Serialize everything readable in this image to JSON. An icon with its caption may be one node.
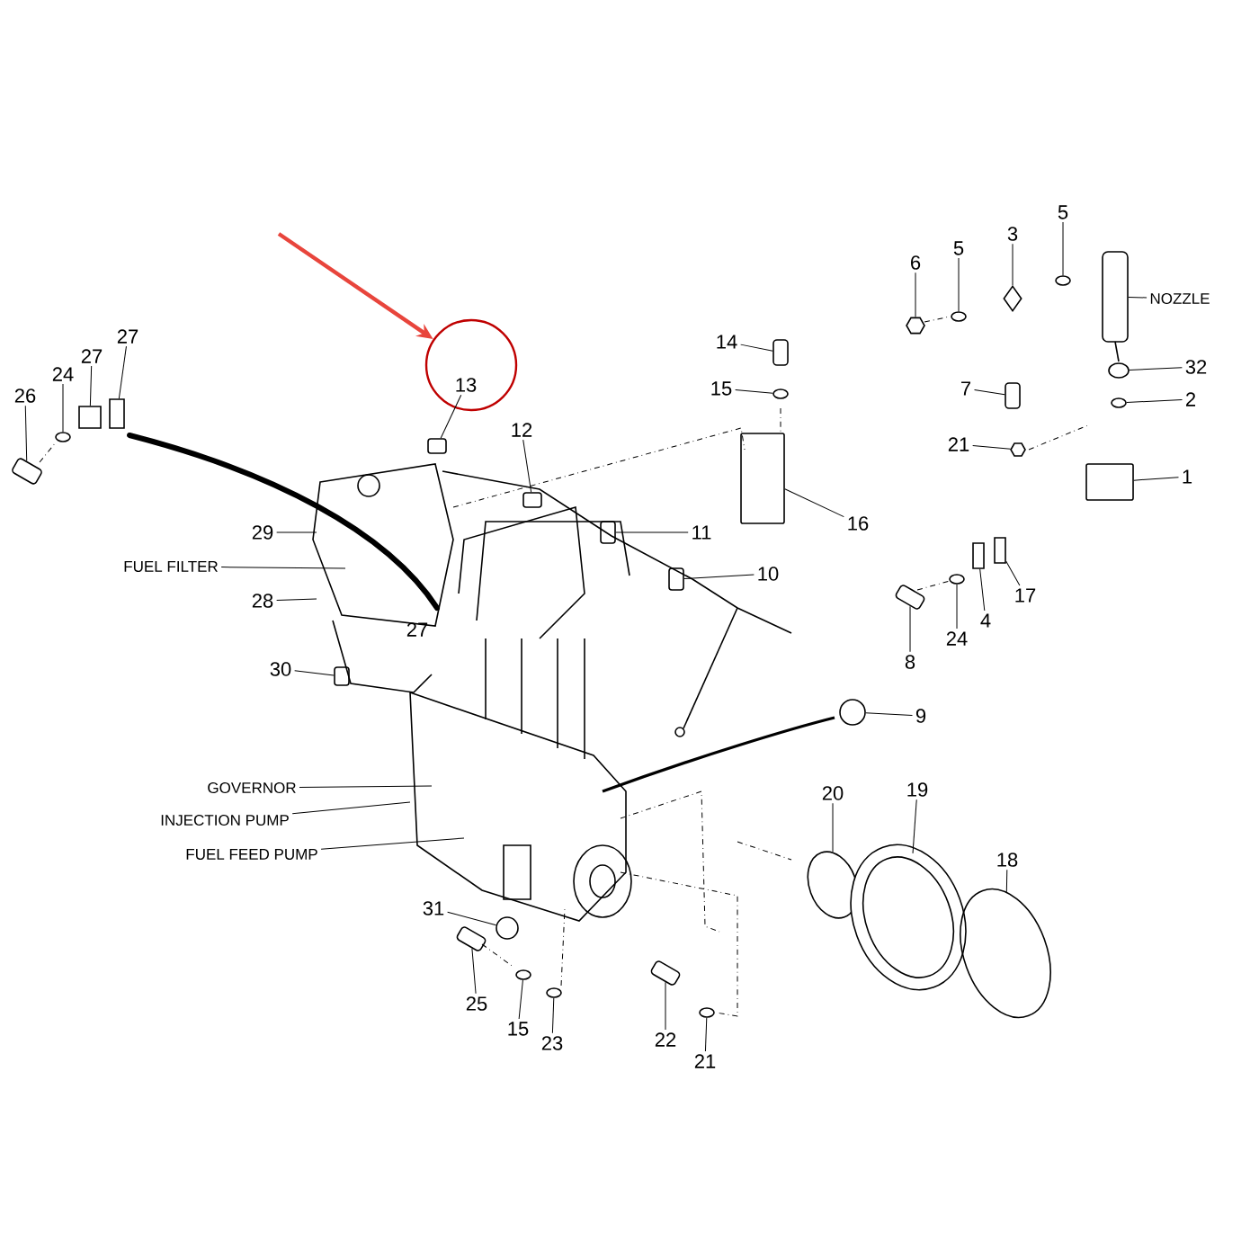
{
  "diagram": {
    "nodes": [
      {
        "text": [],
        "shape": "circle"
      },
      {
        "text": [
          "13"
        ],
        "in": 0
      },
      {
        "text": [
          "27"
        ]
      },
      {
        "text": [
          "27"
        ]
      },
      {
        "text": [
          "24"
        ]
      },
      {
        "text": [
          "26"
        ]
      },
      {
        "text": [
          "12"
        ]
      },
      {
        "text": [
          "29"
        ]
      },
      {
        "text": [
          "FUEL FILTER"
        ]
      },
      {
        "text": [
          "28"
        ]
      },
      {
        "text": [
          "30"
        ]
      },
      {
        "text": [
          "14"
        ]
      },
      {
        "text": [
          "15"
        ]
      },
      {
        "text": [
          "16"
        ]
      },
      {
        "text": [
          "11"
        ]
      },
      {
        "text": [
          "10"
        ]
      },
      {
        "text": [
          "6"
        ]
      },
      {
        "text": [
          "5"
        ]
      },
      {
        "text": [
          "3"
        ]
      },
      {
        "text": [
          "5"
        ]
      },
      {
        "text": [
          "NOZZLE"
        ]
      },
      {
        "text": [
          "32"
        ]
      },
      {
        "text": [
          "7"
        ]
      },
      {
        "text": [
          "2"
        ]
      },
      {
        "text": [
          "21"
        ]
      },
      {
        "text": [
          "1"
        ]
      },
      {
        "text": [
          "17"
        ]
      },
      {
        "text": [
          "24"
        ]
      },
      {
        "text": [
          "4"
        ]
      },
      {
        "text": [
          "8"
        ]
      },
      {
        "text": [
          "9"
        ]
      },
      {
        "text": [
          "GOVERNOR"
        ]
      },
      {
        "text": [
          "INJECTION PUMP"
        ]
      },
      {
        "text": [
          "FUEL FEED PUMP"
        ]
      },
      {
        "text": [
          "20"
        ]
      },
      {
        "text": [
          "19"
        ]
      },
      {
        "text": [
          "18"
        ]
      },
      {
        "text": [
          "31"
        ]
      },
      {
        "text": [
          "25"
        ]
      },
      {
        "text": [
          "15"
        ]
      },
      {
        "text": [
          "23"
        ]
      },
      {
        "text": [
          "22"
        ]
      },
      {
        "text": [
          "21"
        ]
      },
      {
        "text": [],
        "shape": "clamp"
      },
      {
        "text": [],
        "shape": "clip"
      },
      {
        "text": [],
        "shape": "clip"
      },
      {
        "text": [],
        "shape": "washer"
      },
      {
        "text": [],
        "shape": "bolt"
      },
      {
        "text": [],
        "shape": "clamp"
      },
      {
        "text": [],
        "shape": "clamp"
      },
      {
        "text": [],
        "shape": "bolt"
      },
      {
        "text": [],
        "shape": "washer"
      },
      {
        "text": [],
        "shape": "bracket"
      },
      {
        "text": [],
        "shape": "clamp"
      },
      {
        "text": [],
        "shape": "clamp"
      },
      {
        "text": [],
        "shape": "nut"
      },
      {
        "text": [],
        "shape": "washer"
      },
      {
        "text": [],
        "shape": "plate"
      },
      {
        "text": [],
        "shape": "washer"
      },
      {
        "text": [],
        "shape": "nozzle"
      },
      {
        "text": [],
        "shape": "washer"
      },
      {
        "text": [],
        "shape": "bolt"
      },
      {
        "text": [],
        "shape": "washer"
      },
      {
        "text": [],
        "shape": "nut"
      },
      {
        "text": [],
        "shape": "bracket"
      },
      {
        "text": [],
        "shape": "clip"
      },
      {
        "text": [],
        "shape": "washer"
      },
      {
        "text": [],
        "shape": "clip"
      },
      {
        "text": [],
        "shape": "bolt"
      },
      {
        "text": [],
        "shape": "ring"
      },
      {
        "text": [],
        "shape": "disc"
      },
      {
        "text": [],
        "shape": "cover"
      },
      {
        "text": [],
        "shape": "disc"
      },
      {
        "text": [],
        "shape": "ring"
      },
      {
        "text": [],
        "shape": "bolt"
      },
      {
        "text": [],
        "shape": "washer"
      },
      {
        "text": [],
        "shape": "washer"
      },
      {
        "text": [],
        "shape": "bolt"
      },
      {
        "text": [],
        "shape": "washer"
      }
    ],
    "edges": [
      {
        "from": 1,
        "to": 43,
        "arrow": "none"
      },
      {
        "from": 2,
        "to": 44,
        "arrow": "none"
      },
      {
        "from": 3,
        "to": 45,
        "arrow": "none"
      },
      {
        "from": 4,
        "to": 46,
        "arrow": "none"
      },
      {
        "from": 5,
        "to": 47,
        "arrow": "none"
      },
      {
        "from": 6,
        "to": 48,
        "arrow": "none"
      },
      {
        "from": 7,
        "to": null,
        "arrow": "none"
      },
      {
        "from": 8,
        "to": null,
        "arrow": "none"
      },
      {
        "from": 9,
        "to": null,
        "arrow": "none"
      },
      {
        "from": 10,
        "to": 49,
        "arrow": "none"
      },
      {
        "from": 11,
        "to": 50,
        "arrow": "none"
      },
      {
        "from": 12,
        "to": 51,
        "arrow": "none"
      },
      {
        "from": 13,
        "to": 52,
        "arrow": "none"
      },
      {
        "from": 14,
        "to": 53,
        "arrow": "none"
      },
      {
        "from": 15,
        "to": 54,
        "arrow": "none"
      },
      {
        "from": 16,
        "to": 55,
        "arrow": "none"
      },
      {
        "from": 17,
        "to": 56,
        "arrow": "none"
      },
      {
        "from": 18,
        "to": 57,
        "arrow": "none"
      },
      {
        "from": 19,
        "to": 58,
        "arrow": "none"
      },
      {
        "from": 20,
        "to": 59,
        "arrow": "none"
      },
      {
        "from": 21,
        "to": 60,
        "arrow": "none"
      },
      {
        "from": 22,
        "to": 61,
        "arrow": "none"
      },
      {
        "from": 23,
        "to": 62,
        "arrow": "none"
      },
      {
        "from": 24,
        "to": 63,
        "arrow": "none"
      },
      {
        "from": 25,
        "to": 64,
        "arrow": "none"
      },
      {
        "from": 26,
        "to": 65,
        "arrow": "none"
      },
      {
        "from": 27,
        "to": 66,
        "arrow": "none"
      },
      {
        "from": 28,
        "to": 67,
        "arrow": "none"
      },
      {
        "from": 29,
        "to": 68,
        "arrow": "none"
      },
      {
        "from": 30,
        "to": 69,
        "arrow": "none"
      },
      {
        "from": 31,
        "to": null,
        "arrow": "none"
      },
      {
        "from": 32,
        "to": null,
        "arrow": "none"
      },
      {
        "from": 33,
        "to": null,
        "arrow": "none"
      },
      {
        "from": 34,
        "to": 70,
        "arrow": "none"
      },
      {
        "from": 35,
        "to": 71,
        "arrow": "none"
      },
      {
        "from": 36,
        "to": 72,
        "arrow": "none"
      },
      {
        "from": 37,
        "to": 73,
        "arrow": "none"
      },
      {
        "from": 38,
        "to": 74,
        "arrow": "none"
      },
      {
        "from": 39,
        "to": 75,
        "arrow": "none"
      },
      {
        "from": 40,
        "to": 76,
        "arrow": "none"
      },
      {
        "from": 41,
        "to": 77,
        "arrow": "none"
      },
      {
        "from": 42,
        "to": 78,
        "arrow": "none"
      },
      {
        "from": null,
        "to": 0,
        "arrow": "to",
        "style": "thick",
        "color": "#e8453c"
      }
    ],
    "labels": [
      "27"
    ]
  }
}
